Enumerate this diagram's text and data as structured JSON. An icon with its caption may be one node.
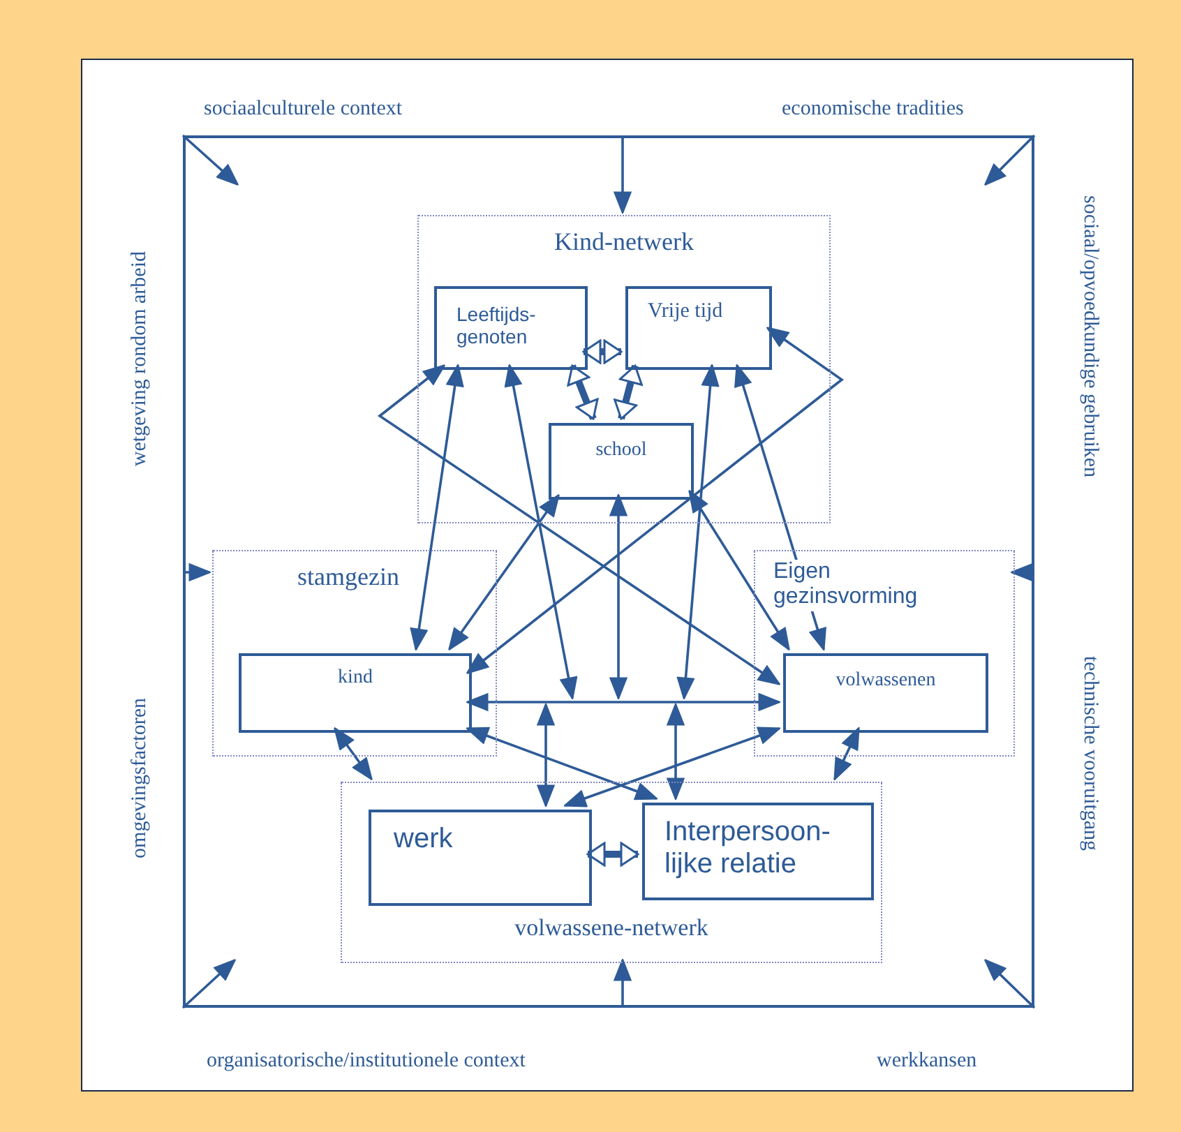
{
  "diagram": {
    "nodes": [
      {
        "text": [],
        "shape": "box"
      },
      {
        "text": [
          "Kind-netwerk"
        ],
        "in": 0
      },
      {
        "text": [
          "Leeftijds- genoten"
        ],
        "in": 1
      },
      {
        "text": [
          "Vrije tijd"
        ],
        "in": 1
      },
      {
        "text": [
          "school"
        ],
        "in": 1
      },
      {
        "text": [
          "stamgezin"
        ],
        "in": 0
      },
      {
        "text": [
          "kind"
        ],
        "in": 5
      },
      {
        "text": [
          "Eigen gezinsvorming"
        ],
        "in": 0
      },
      {
        "text": [
          "volwassenen"
        ],
        "in": 7
      },
      {
        "text": [
          "volwassene-netwerk"
        ],
        "in": 0
      },
      {
        "text": [
          "werk"
        ],
        "in": 9
      },
      {
        "text": [
          "Interpersoon- lijke relatie"
        ],
        "in": 9
      }
    ],
    "edges": [
      {
        "from": 0,
        "to": null,
        "arrow": "to"
      },
      {
        "from": 0,
        "to": 1,
        "arrow": "to"
      },
      {
        "from": 0,
        "to": null,
        "arrow": "to"
      },
      {
        "from": 0,
        "to": 5,
        "arrow": "to"
      },
      {
        "from": 0,
        "to": 7,
        "arrow": "to"
      },
      {
        "from": 0,
        "to": null,
        "arrow": "to"
      },
      {
        "from": 0,
        "to": 9,
        "arrow": "to"
      },
      {
        "from": 0,
        "to": null,
        "arrow": "to"
      },
      {
        "from": 2,
        "to": 3,
        "arrow": "both",
        "style": "thick"
      },
      {
        "from": 2,
        "to": 4,
        "arrow": "both",
        "style": "thick"
      },
      {
        "from": 3,
        "to": 4,
        "arrow": "both",
        "style": "thick"
      },
      {
        "from": 2,
        "to": 8,
        "arrow": "both"
      },
      {
        "from": 3,
        "to": 6,
        "arrow": "both"
      },
      {
        "from": 2,
        "to": 6,
        "arrow": "both"
      },
      {
        "from": 2,
        "to": null,
        "arrow": "both"
      },
      {
        "from": 3,
        "to": null,
        "arrow": "both"
      },
      {
        "from": 3,
        "to": 8,
        "arrow": "both"
      },
      {
        "from": 4,
        "to": 6,
        "arrow": "both"
      },
      {
        "from": 4,
        "to": 8,
        "arrow": "both"
      },
      {
        "from": 4,
        "to": null,
        "arrow": "both"
      },
      {
        "from": 6,
        "to": 8,
        "arrow": "both"
      },
      {
        "from": null,
        "to": 10,
        "arrow": "both"
      },
      {
        "from": null,
        "to": 11,
        "arrow": "both"
      },
      {
        "from": 6,
        "to": 11,
        "arrow": "both"
      },
      {
        "from": 8,
        "to": 10,
        "arrow": "both"
      },
      {
        "from": 6,
        "to": 9,
        "arrow": "both"
      },
      {
        "from": 8,
        "to": 9,
        "arrow": "both"
      },
      {
        "from": 10,
        "to": 11,
        "arrow": "both",
        "style": "thick"
      }
    ],
    "labels": [
      "sociaalculturele context",
      "economische tradities",
      "wetgeving rondom arbeid",
      "sociaal/opvoedkundige gebruiken",
      "omgevingsfactoren",
      "technische vooruitgang",
      "organisatorische/institutionele context",
      "werkkansen"
    ]
  }
}
